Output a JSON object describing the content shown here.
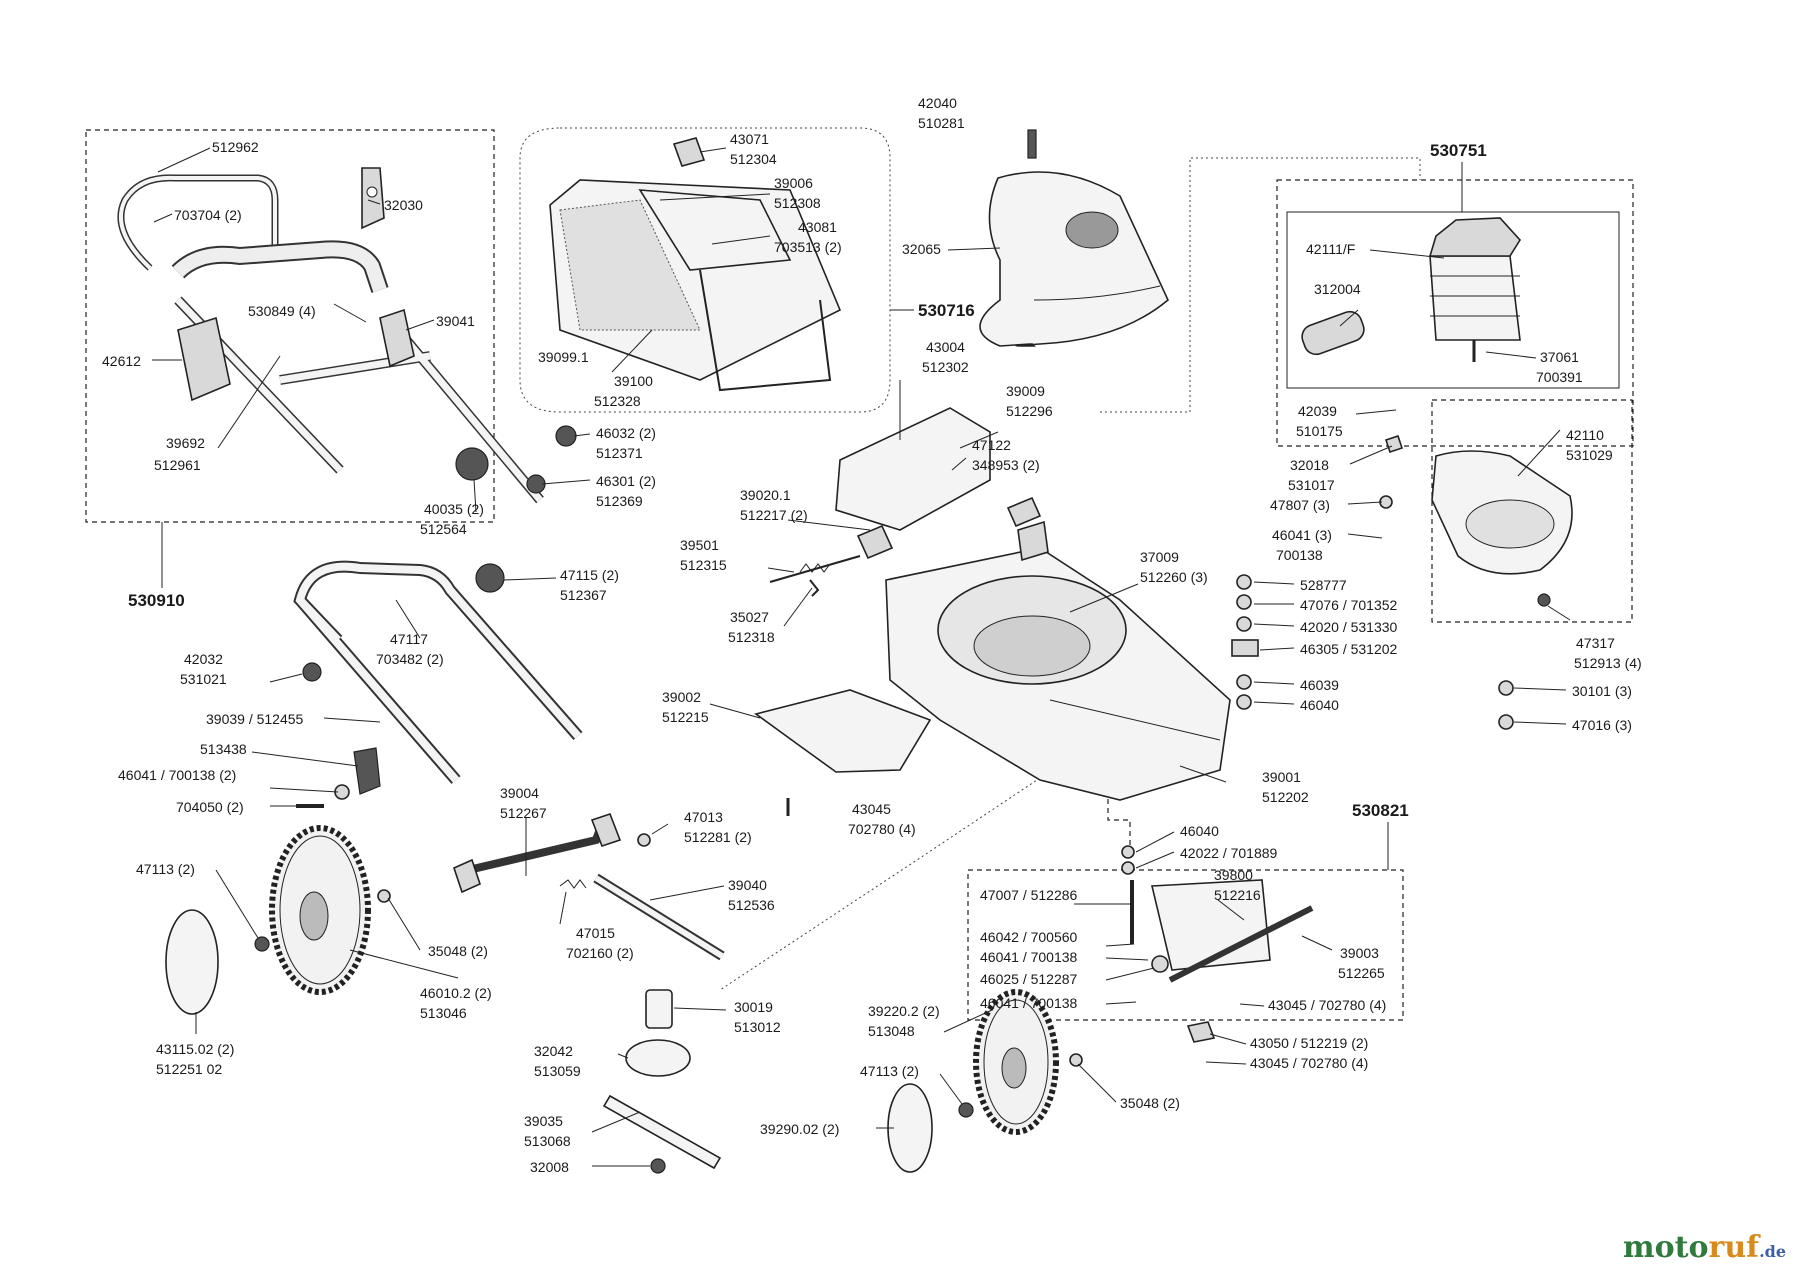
{
  "diagram": {
    "groups": {
      "g530910": "530910",
      "g530716": "530716",
      "g530751": "530751",
      "g530821": "530821"
    },
    "labels": {
      "l512962": "512962",
      "l703704": "703704 (2)",
      "l32030": "32030",
      "l530849": "530849 (4)",
      "l39041": "39041",
      "l42612": "42612",
      "l39692": "39692",
      "l512961": "512961",
      "l46032": "46032 (2)",
      "l512371": "512371",
      "l46301": "46301 (2)",
      "l512369": "512369",
      "l40035": "40035 (2)",
      "l512564": "512564",
      "l43071": "43071",
      "l512304": "512304",
      "l39006": "39006",
      "l512308": "512308",
      "l43081": "43081",
      "l703513": "703513 (2)",
      "l39099": "39099.1",
      "l39100": "39100",
      "l512328": "512328",
      "l42040": "42040",
      "l510281": "510281",
      "l32065": "32065",
      "l43004": "43004",
      "l512302": "512302",
      "l39009": "39009",
      "l512296": "512296",
      "l47122": "47122",
      "l348953": "348953 (2)",
      "l39020": "39020.1",
      "l512217": "512217 (2)",
      "l39501": "39501",
      "l512315": "512315",
      "l35027": "35027",
      "l512318": "512318",
      "l37009": "37009",
      "l512260": "512260 (3)",
      "l47115": "47115 (2)",
      "l512367": "512367",
      "l47117": "47117",
      "l703482": "703482 (2)",
      "l42032": "42032",
      "l531021": "531021",
      "l39039": "39039 / 512455",
      "l513438": "513438",
      "l46041a": "46041 / 700138 (2)",
      "l704050": "704050 (2)",
      "l39002": "39002",
      "l512215": "512215",
      "l43045a": "43045",
      "l702780": "702780 (4)",
      "l39001": "39001",
      "l512202": "512202",
      "l42111": "42111/F",
      "l312004": "312004",
      "l37061": "37061",
      "l700391": "700391",
      "l42039": "42039",
      "l510175": "510175",
      "l32018": "32018",
      "l531017": "531017",
      "l47807": "47807 (3)",
      "l46041b": "46041 (3)",
      "l700138": "700138",
      "l42110": "42110",
      "l531029": "531029",
      "l528777": "528777",
      "l47076": "47076 / 701352",
      "l42020": "42020 / 531330",
      "l46305": "46305 / 531202",
      "l46039": "46039",
      "l46040a": "46040",
      "l47317": "47317",
      "l512913": "512913 (4)",
      "l30101": "30101 (3)",
      "l47016": "47016 (3)",
      "l39004": "39004",
      "l512267": "512267",
      "l47013": "47013",
      "l512281": "512281 (2)",
      "l47113a": "47113 (2)",
      "l35048a": "35048 (2)",
      "l39040": "39040",
      "l512536": "512536",
      "l47015": "47015",
      "l702160": "702160 (2)",
      "l46010": "46010.2 (2)",
      "l513046": "513046",
      "l43115": "43115.02 (2)",
      "l512251": "512251 02",
      "l30019": "30019",
      "l513012": "513012",
      "l32042": "32042",
      "l513059": "513059",
      "l39035": "39035",
      "l513068": "513068",
      "l32008": "32008",
      "l46040b": "46040",
      "l42022": "42022 / 701889",
      "l47007": "47007 / 512286",
      "l46042": "46042 / 700560",
      "l46041c": "46041 / 700138",
      "l46025": "46025 / 512287",
      "l46041d": "46041 / 700138",
      "l39800": "39800",
      "l512216": "512216",
      "l39003": "39003",
      "l512265": "512265",
      "l43045b": "43045 / 702780 (4)",
      "l43050": "43050 / 512219 (2)",
      "l43045c": "43045 / 702780 (4)",
      "l39220": "39220.2 (2)",
      "l513048": "513048",
      "l47113b": "47113 (2)",
      "l35048b": "35048 (2)",
      "l39290": "39290.02 (2)"
    }
  },
  "watermark": {
    "part1": "moto",
    "part2": "ruf",
    "part3": ".de"
  }
}
